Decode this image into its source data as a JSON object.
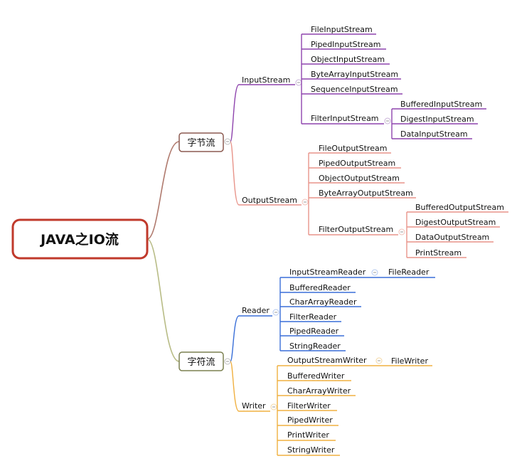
{
  "root": "JAVA之IO流",
  "byte_stream": {
    "label": "字节流",
    "input": {
      "label": "InputStream",
      "items": [
        "FileInputStream",
        "PipedInputStream",
        "ObjectInputStream",
        "ByteArrayInputStream",
        "SequenceInputStream"
      ],
      "filter": {
        "label": "FilterInputStream",
        "items": [
          "BufferedInputStream",
          "DigestInputStream",
          "DataInputStream"
        ]
      }
    },
    "output": {
      "label": "OutputStream",
      "items": [
        "FileOutputStream",
        "PipedOutputStream",
        "ObjectOutputStream",
        "ByteArrayOutputStream"
      ],
      "filter": {
        "label": "FilterOutputStream",
        "items": [
          "BufferedOutputStream",
          "DigestOutputStream",
          "DataOutputStream",
          "PrintStream"
        ]
      }
    }
  },
  "char_stream": {
    "label": "字符流",
    "reader": {
      "label": "Reader",
      "bridge": {
        "label": "InputStreamReader",
        "child": "FileReader"
      },
      "items": [
        "BufferedReader",
        "CharArrayReader",
        "FilterReader",
        "PipedReader",
        "StringReader"
      ]
    },
    "writer": {
      "label": "Writer",
      "bridge": {
        "label": "OutputStreamWriter",
        "child": "FileWriter"
      },
      "items": [
        "BufferedWriter",
        "CharArrayWriter",
        "FilterWriter",
        "PipedWriter",
        "PrintWriter",
        "StringWriter"
      ]
    }
  },
  "colors": {
    "root_border": "#c0392b",
    "byte_branch": "#b07a6e",
    "char_branch": "#b8bc86",
    "input": "#8e44ad",
    "output": "#e8948a",
    "reader": "#3a6fd8",
    "writer": "#f0b040"
  }
}
